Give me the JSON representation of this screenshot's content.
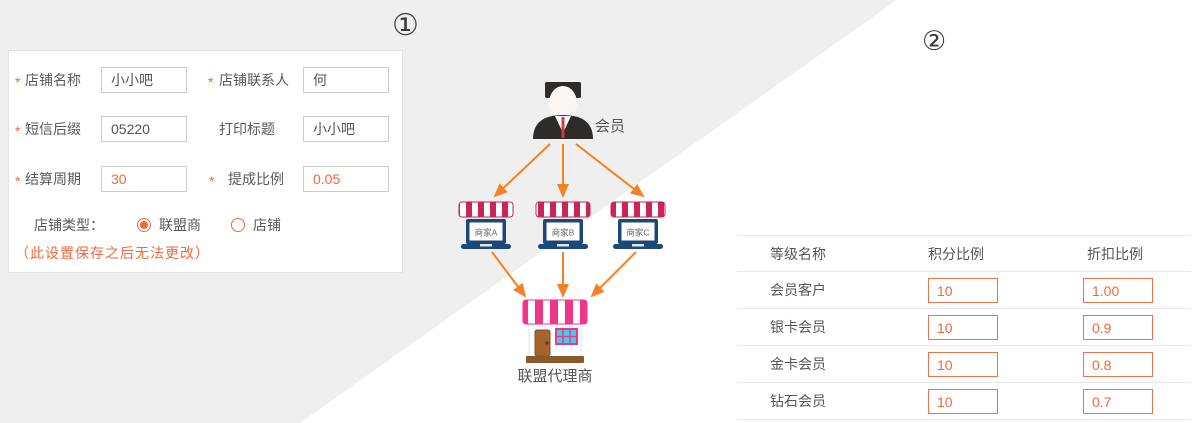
{
  "sections": {
    "left_badge": "①",
    "right_badge": "②"
  },
  "colors": {
    "background_gray": "#efefef",
    "accent_orange": "#ee6a3c",
    "arrow_orange": "#f58220",
    "merchant_awning": "#c92558",
    "store_awning": "#f0368b",
    "laptop_blue": "#1c4878",
    "door_brown": "#a5632e",
    "window_cyan": "#3fd0e8"
  },
  "form": {
    "fields": [
      {
        "label": "店铺名称",
        "required": "*",
        "value": "小小吧"
      },
      {
        "label": "店铺联系人",
        "required": "*",
        "value": "何"
      },
      {
        "label": "短信后缀",
        "required": "*",
        "value": "05220"
      },
      {
        "label": "打印标题",
        "required": "",
        "value": "小小吧"
      },
      {
        "label": "结算周期",
        "required": "*",
        "value": "30"
      },
      {
        "label": "提成比例",
        "required": "*",
        "value": "0.05"
      }
    ],
    "type_label": "店铺类型：",
    "radios": [
      {
        "label": "联盟商",
        "checked": true
      },
      {
        "label": "店铺",
        "checked": false
      }
    ],
    "note": "（此设置保存之后无法更改）"
  },
  "diagram": {
    "member_label": "会员",
    "merchants": [
      "商家A",
      "商家B",
      "商家C"
    ],
    "agent_label": "联盟代理商"
  },
  "table": {
    "headers": [
      "等级名称",
      "积分比例",
      "折扣比例"
    ],
    "rows": [
      {
        "name": "会员客户",
        "points": "10",
        "discount": "1.00"
      },
      {
        "name": "银卡会员",
        "points": "10",
        "discount": "0.9"
      },
      {
        "name": "金卡会员",
        "points": "10",
        "discount": "0.8"
      },
      {
        "name": "钻石会员",
        "points": "10",
        "discount": "0.7"
      }
    ]
  }
}
